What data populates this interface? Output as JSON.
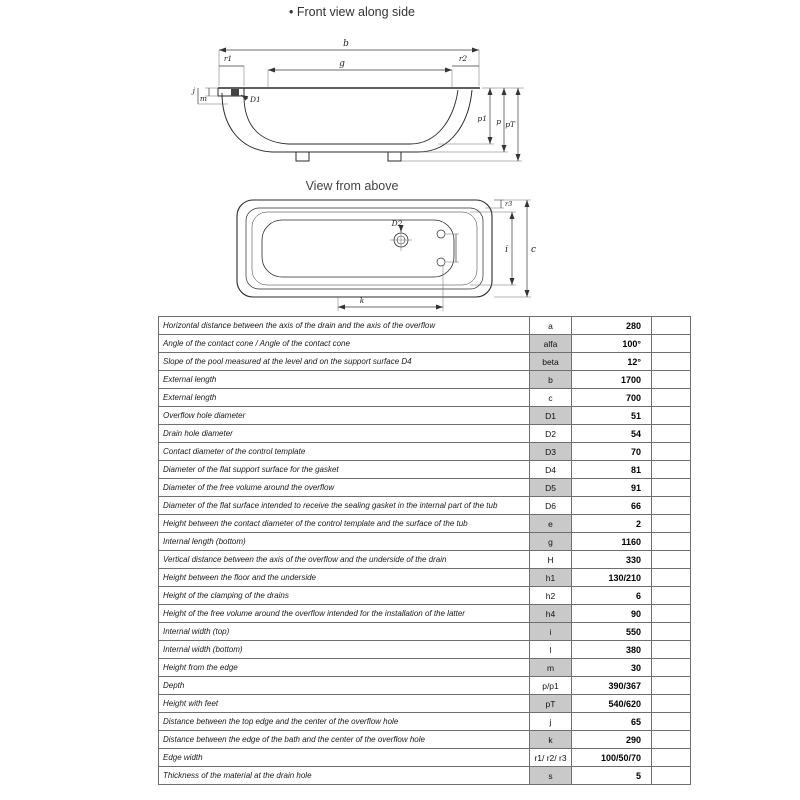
{
  "titles": {
    "front": "• Front view along side",
    "top": "View from above"
  },
  "front_view": {
    "labels": {
      "b": "b",
      "g": "g",
      "r1": "r1",
      "r2": "r2",
      "m": "m",
      "j": "j",
      "d1": "D1",
      "p1": "p1",
      "p": "p",
      "pt": "pT"
    }
  },
  "top_view": {
    "labels": {
      "d2": "D2",
      "r3": "r3",
      "i": "i",
      "c": "c",
      "k": "k"
    }
  },
  "table": {
    "rows": [
      {
        "description": "Horizontal distance between the axis of the drain and the axis of the overflow",
        "symbol": "a",
        "value": "280",
        "shaded": false
      },
      {
        "description": "Angle of the contact cone / Angle of the contact cone",
        "symbol": "alfa",
        "value": "100°",
        "shaded": true
      },
      {
        "description": "Slope of the pool measured at the level and on the support surface D4",
        "symbol": "beta",
        "value": "12°",
        "shaded": true
      },
      {
        "description": "External length",
        "symbol": "b",
        "value": "1700",
        "shaded": true
      },
      {
        "description": "External length",
        "symbol": "c",
        "value": "700",
        "shaded": false
      },
      {
        "description": "Overflow hole diameter",
        "symbol": "D1",
        "value": "51",
        "shaded": true
      },
      {
        "description": "Drain hole diameter",
        "symbol": "D2",
        "value": "54",
        "shaded": false
      },
      {
        "description": "Contact diameter of the control template",
        "symbol": "D3",
        "value": "70",
        "shaded": true
      },
      {
        "description": "Diameter of the flat support surface for the gasket",
        "symbol": "D4",
        "value": "81",
        "shaded": false
      },
      {
        "description": "Diameter of the free volume around the overflow",
        "symbol": "D5",
        "value": "91",
        "shaded": true
      },
      {
        "description": "Diameter of the flat surface intended to receive the sealing gasket in the internal part of the tub",
        "symbol": "D6",
        "value": "66",
        "shaded": false
      },
      {
        "description": "Height between the contact diameter of the control template and the surface of the tub",
        "symbol": "e",
        "value": "2",
        "shaded": true
      },
      {
        "description": "Internal length (bottom)",
        "symbol": "g",
        "value": "1160",
        "shaded": true
      },
      {
        "description": "Vertical distance between the axis of the overflow and the underside of the drain",
        "symbol": "H",
        "value": "330",
        "shaded": false
      },
      {
        "description": "Height between the floor and the underside",
        "symbol": "h1",
        "value": "130/210",
        "shaded": true
      },
      {
        "description": "Height of the clamping of the drains",
        "symbol": "h2",
        "value": "6",
        "shaded": false
      },
      {
        "description": "Height of the free volume around the overflow intended for the installation of the latter",
        "symbol": "h4",
        "value": "90",
        "shaded": true
      },
      {
        "description": "Internal width (top)",
        "symbol": "i",
        "value": "550",
        "shaded": true
      },
      {
        "description": "Internal width (bottom)",
        "symbol": "l",
        "value": "380",
        "shaded": false
      },
      {
        "description": "Height from the edge",
        "symbol": "m",
        "value": "30",
        "shaded": true
      },
      {
        "description": "Depth",
        "symbol": "p/p1",
        "value": "390/367",
        "shaded": false
      },
      {
        "description": "Height with feet",
        "symbol": "pT",
        "value": "540/620",
        "shaded": true
      },
      {
        "description": "Distance between the top edge and the center of the overflow hole",
        "symbol": "j",
        "value": "65",
        "shaded": false
      },
      {
        "description": "Distance between the edge of the bath and the center of the overflow hole",
        "symbol": "k",
        "value": "290",
        "shaded": true
      },
      {
        "description": "Edge width",
        "symbol": "r1/ r2/ r3",
        "value": "100/50/70",
        "shaded": false
      },
      {
        "description": "Thickness of the material at the drain hole",
        "symbol": "s",
        "value": "5",
        "shaded": true
      }
    ]
  }
}
